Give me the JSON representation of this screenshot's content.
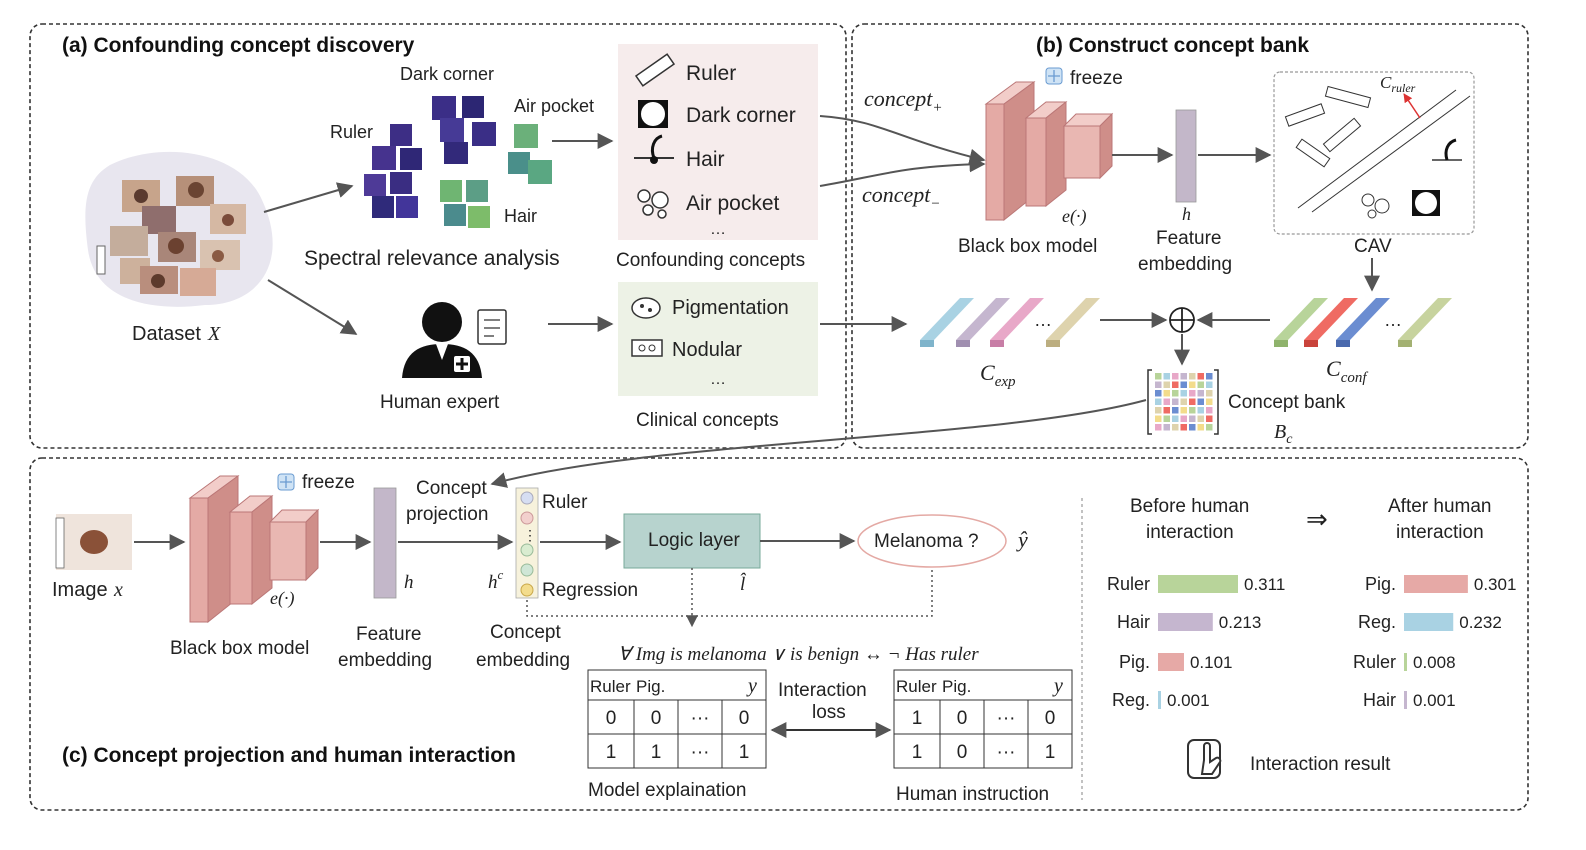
{
  "panel_a": {
    "title": "(a) Confounding concept discovery",
    "dataset_label": "Dataset",
    "dataset_var": "X",
    "spectral_labels": {
      "ruler": "Ruler",
      "dark_corner": "Dark corner",
      "air_pocket": "Air pocket",
      "hair": "Hair"
    },
    "spectral_caption": "Spectral relevance analysis",
    "confounding_items": [
      "Ruler",
      "Dark corner",
      "Hair",
      "Air pocket"
    ],
    "confounding_ellipsis": "…",
    "confounding_caption": "Confounding concepts",
    "human_expert": "Human expert",
    "clinical_items": [
      "Pigmentation",
      "Nodular"
    ],
    "clinical_ellipsis": "…",
    "clinical_caption": "Clinical concepts"
  },
  "panel_b": {
    "title": "(b) Construct concept bank",
    "concept_plus": "concept",
    "concept_plus_sub": "+",
    "concept_minus": "concept",
    "concept_minus_sub": "−",
    "freeze": "freeze",
    "encoder": "e(·)",
    "blackbox": "Black box model",
    "h": "h",
    "feature1": "Feature",
    "feature2": "embedding",
    "cav": "CAV",
    "c_ruler_main": "C",
    "c_ruler_sub": "ruler",
    "c_exp_main": "C",
    "c_exp_sub": "exp",
    "c_conf_main": "C",
    "c_conf_sub": "conf",
    "dots": "…",
    "oplus": "⊕",
    "concept_bank": "Concept bank",
    "bc_main": "B",
    "bc_sub": "c"
  },
  "panel_c": {
    "title": "(c) Concept projection and human interaction",
    "image_label": "Image",
    "image_var": "x",
    "freeze": "freeze",
    "encoder": "e(·)",
    "blackbox": "Black box model",
    "h": "h",
    "hc_main": "h",
    "hc_sup": "c",
    "feature1": "Feature",
    "feature2": "embedding",
    "projection1": "Concept",
    "projection2": "projection",
    "ruler": "Ruler",
    "regression": "Regression",
    "concept_emb1": "Concept",
    "concept_emb2": "embedding",
    "logic_layer": "Logic layer",
    "l_hat": "l̂",
    "melanoma": "Melanoma ?",
    "y_hat": "ŷ",
    "rule": "∀ Img  is melanoma ∨ is benign ↔ ¬ Has ruler",
    "model_table": {
      "headers": [
        "Ruler",
        "Pig.",
        "",
        "y"
      ],
      "rows": [
        [
          "0",
          "0",
          "···",
          "0"
        ],
        [
          "1",
          "1",
          "···",
          "1"
        ]
      ],
      "caption": "Model explaination"
    },
    "interaction1": "Interaction",
    "interaction2": "loss",
    "human_table": {
      "headers": [
        "Ruler",
        "Pig.",
        "",
        "y"
      ],
      "rows": [
        [
          "1",
          "0",
          "···",
          "0"
        ],
        [
          "1",
          "0",
          "···",
          "1"
        ]
      ],
      "caption": "Human instruction"
    },
    "before1": "Before human",
    "before2": "interaction",
    "arrow_symbol": "⇒",
    "after1": "After human",
    "after2": "interaction",
    "interaction_result": "Interaction result"
  },
  "chart_data": [
    {
      "type": "bar",
      "orientation": "horizontal",
      "title": "Before human interaction",
      "categories": [
        "Ruler",
        "Hair",
        "Pig.",
        "Reg."
      ],
      "values": [
        0.311,
        0.213,
        0.101,
        0.001
      ],
      "value_labels": [
        "0.311",
        "0.213",
        "0.101",
        "0.001"
      ],
      "colors": [
        "#b8d49a",
        "#c5b6cf",
        "#e6a9a6",
        "#a9d2e3"
      ]
    },
    {
      "type": "bar",
      "orientation": "horizontal",
      "title": "After human interaction",
      "categories": [
        "Pig.",
        "Reg.",
        "Ruler",
        "Hair"
      ],
      "values": [
        0.301,
        0.232,
        0.008,
        0.001
      ],
      "value_labels": [
        "0.301",
        "0.232",
        "0.008",
        "0.001"
      ],
      "colors": [
        "#e6a9a6",
        "#a9d2e3",
        "#b8d49a",
        "#c5b6cf"
      ]
    }
  ],
  "colors": {
    "bank_panel_bg": "#f6ecec",
    "clinical_panel_bg": "#edf2e6",
    "box_face": "#e9b7b2",
    "box_side": "#cf8e89",
    "feature_bar": "#c3b7c9",
    "logic_layer": "#b7d3ce",
    "arrow": "#555555"
  },
  "icons": [
    "ruler-icon",
    "dark-corner-icon",
    "hair-icon",
    "air-pocket-icon",
    "pigmentation-icon",
    "nodular-icon",
    "human-expert-icon",
    "snowflake-icon",
    "touch-icon"
  ]
}
